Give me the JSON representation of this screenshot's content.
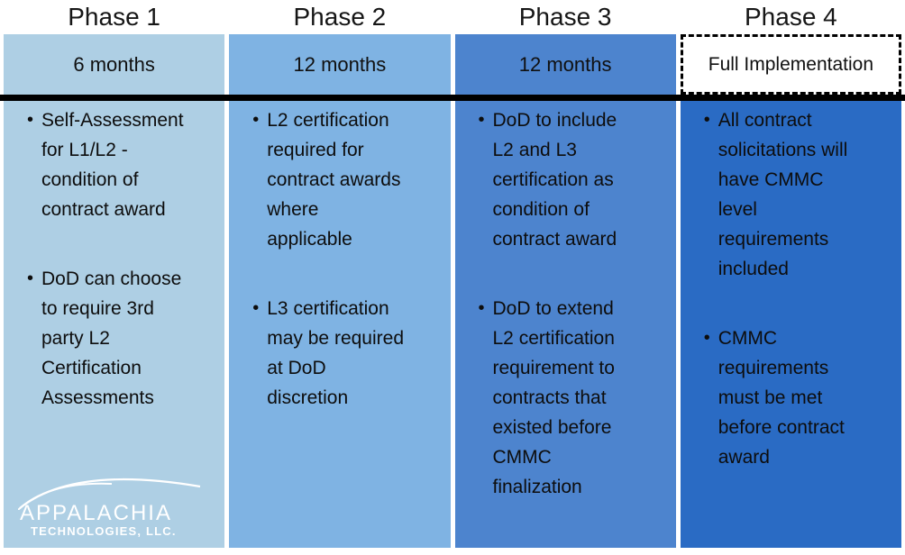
{
  "phases": [
    {
      "title": "Phase 1",
      "duration": "6 months",
      "color": "#AECFE4",
      "bullets": [
        "Self-Assessment\nfor L1/L2 -\ncondition of\ncontract award",
        "DoD can choose\nto require 3rd\nparty L2\nCertification\nAssessments"
      ]
    },
    {
      "title": "Phase 2",
      "duration": "12 months",
      "color": "#7FB3E3",
      "bullets": [
        "L2 certification\nrequired for\ncontract awards\nwhere\napplicable",
        "L3 certification\nmay be required\nat DoD\ndiscretion"
      ]
    },
    {
      "title": "Phase 3",
      "duration": "12 months",
      "color": "#4D84CE",
      "bullets": [
        "DoD to include\nL2 and L3\ncertification as\ncondition of\ncontract award",
        "DoD to extend\nL2 certification\nrequirement to\ncontracts that\nexisted before\nCMMC\nfinalization"
      ]
    },
    {
      "title": "Phase 4",
      "duration": "Full Implementation",
      "color": "#2A6BC4",
      "header_bg": "#FFFFFF",
      "header_border_style": "dashed",
      "bullets": [
        "All contract\nsolicitations will\nhave CMMC\nlevel\nrequirements\nincluded",
        "CMMC\nrequirements\nmust be met\nbefore contract\naward"
      ]
    }
  ],
  "divider_color": "#000000",
  "logo": {
    "line1": "APPALACHIA",
    "line2": "TECHNOLOGIES, LLC."
  }
}
